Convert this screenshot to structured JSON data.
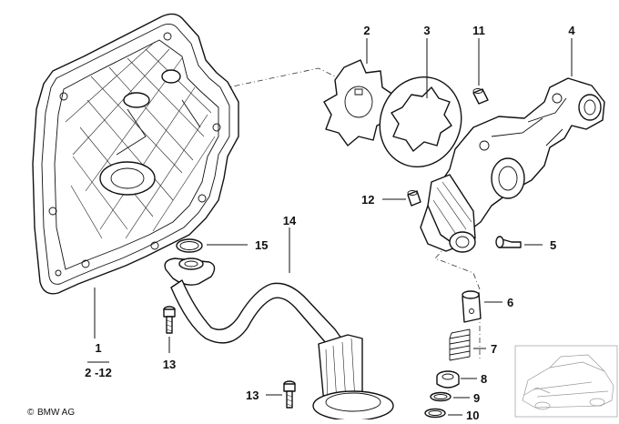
{
  "diagram": {
    "callouts": {
      "c1": "1",
      "c1_sub": "2 -12",
      "c2": "2",
      "c3": "3",
      "c4": "4",
      "c5": "5",
      "c6": "6",
      "c7": "7",
      "c8": "8",
      "c9": "9",
      "c10": "10",
      "c11": "11",
      "c12": "12",
      "c13a": "13",
      "c13b": "13",
      "c14": "14",
      "c15": "15"
    },
    "copyright": "BMW AG",
    "copyright_symbol": "©"
  },
  "colors": {
    "line": "#111111",
    "thumbnail": "#9a9a9a",
    "background": "#ffffff"
  }
}
